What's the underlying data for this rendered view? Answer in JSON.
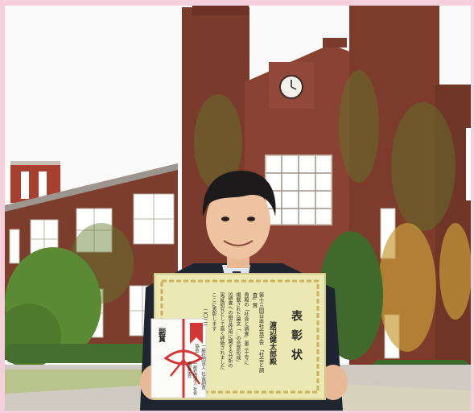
{
  "certificate": {
    "title": "表彰状",
    "recipient": "渡辺健太郎殿",
    "award": "第十三回日本社会学会 「社会と調査」賞",
    "body_lines": [
      "貴殿の「社会と調査」第三十号に",
      "掲載された論文「…の合意形成」",
      "S調査への相互作用に関する分析の",
      "実証研究として高く評価されました",
      "ここに表彰します"
    ],
    "date": "二〇二一",
    "issuer": "一般社団法人 社会調査協会"
  },
  "envelope": {
    "label": "副賞",
    "sender": "一般社団法人 社会調査協会"
  },
  "colors": {
    "brick": "#7a3a2c",
    "ivy": "#5f7a2a",
    "sky": "#fbfbfb",
    "certificate": "#ece8b4",
    "ribbon": "#d43636"
  }
}
